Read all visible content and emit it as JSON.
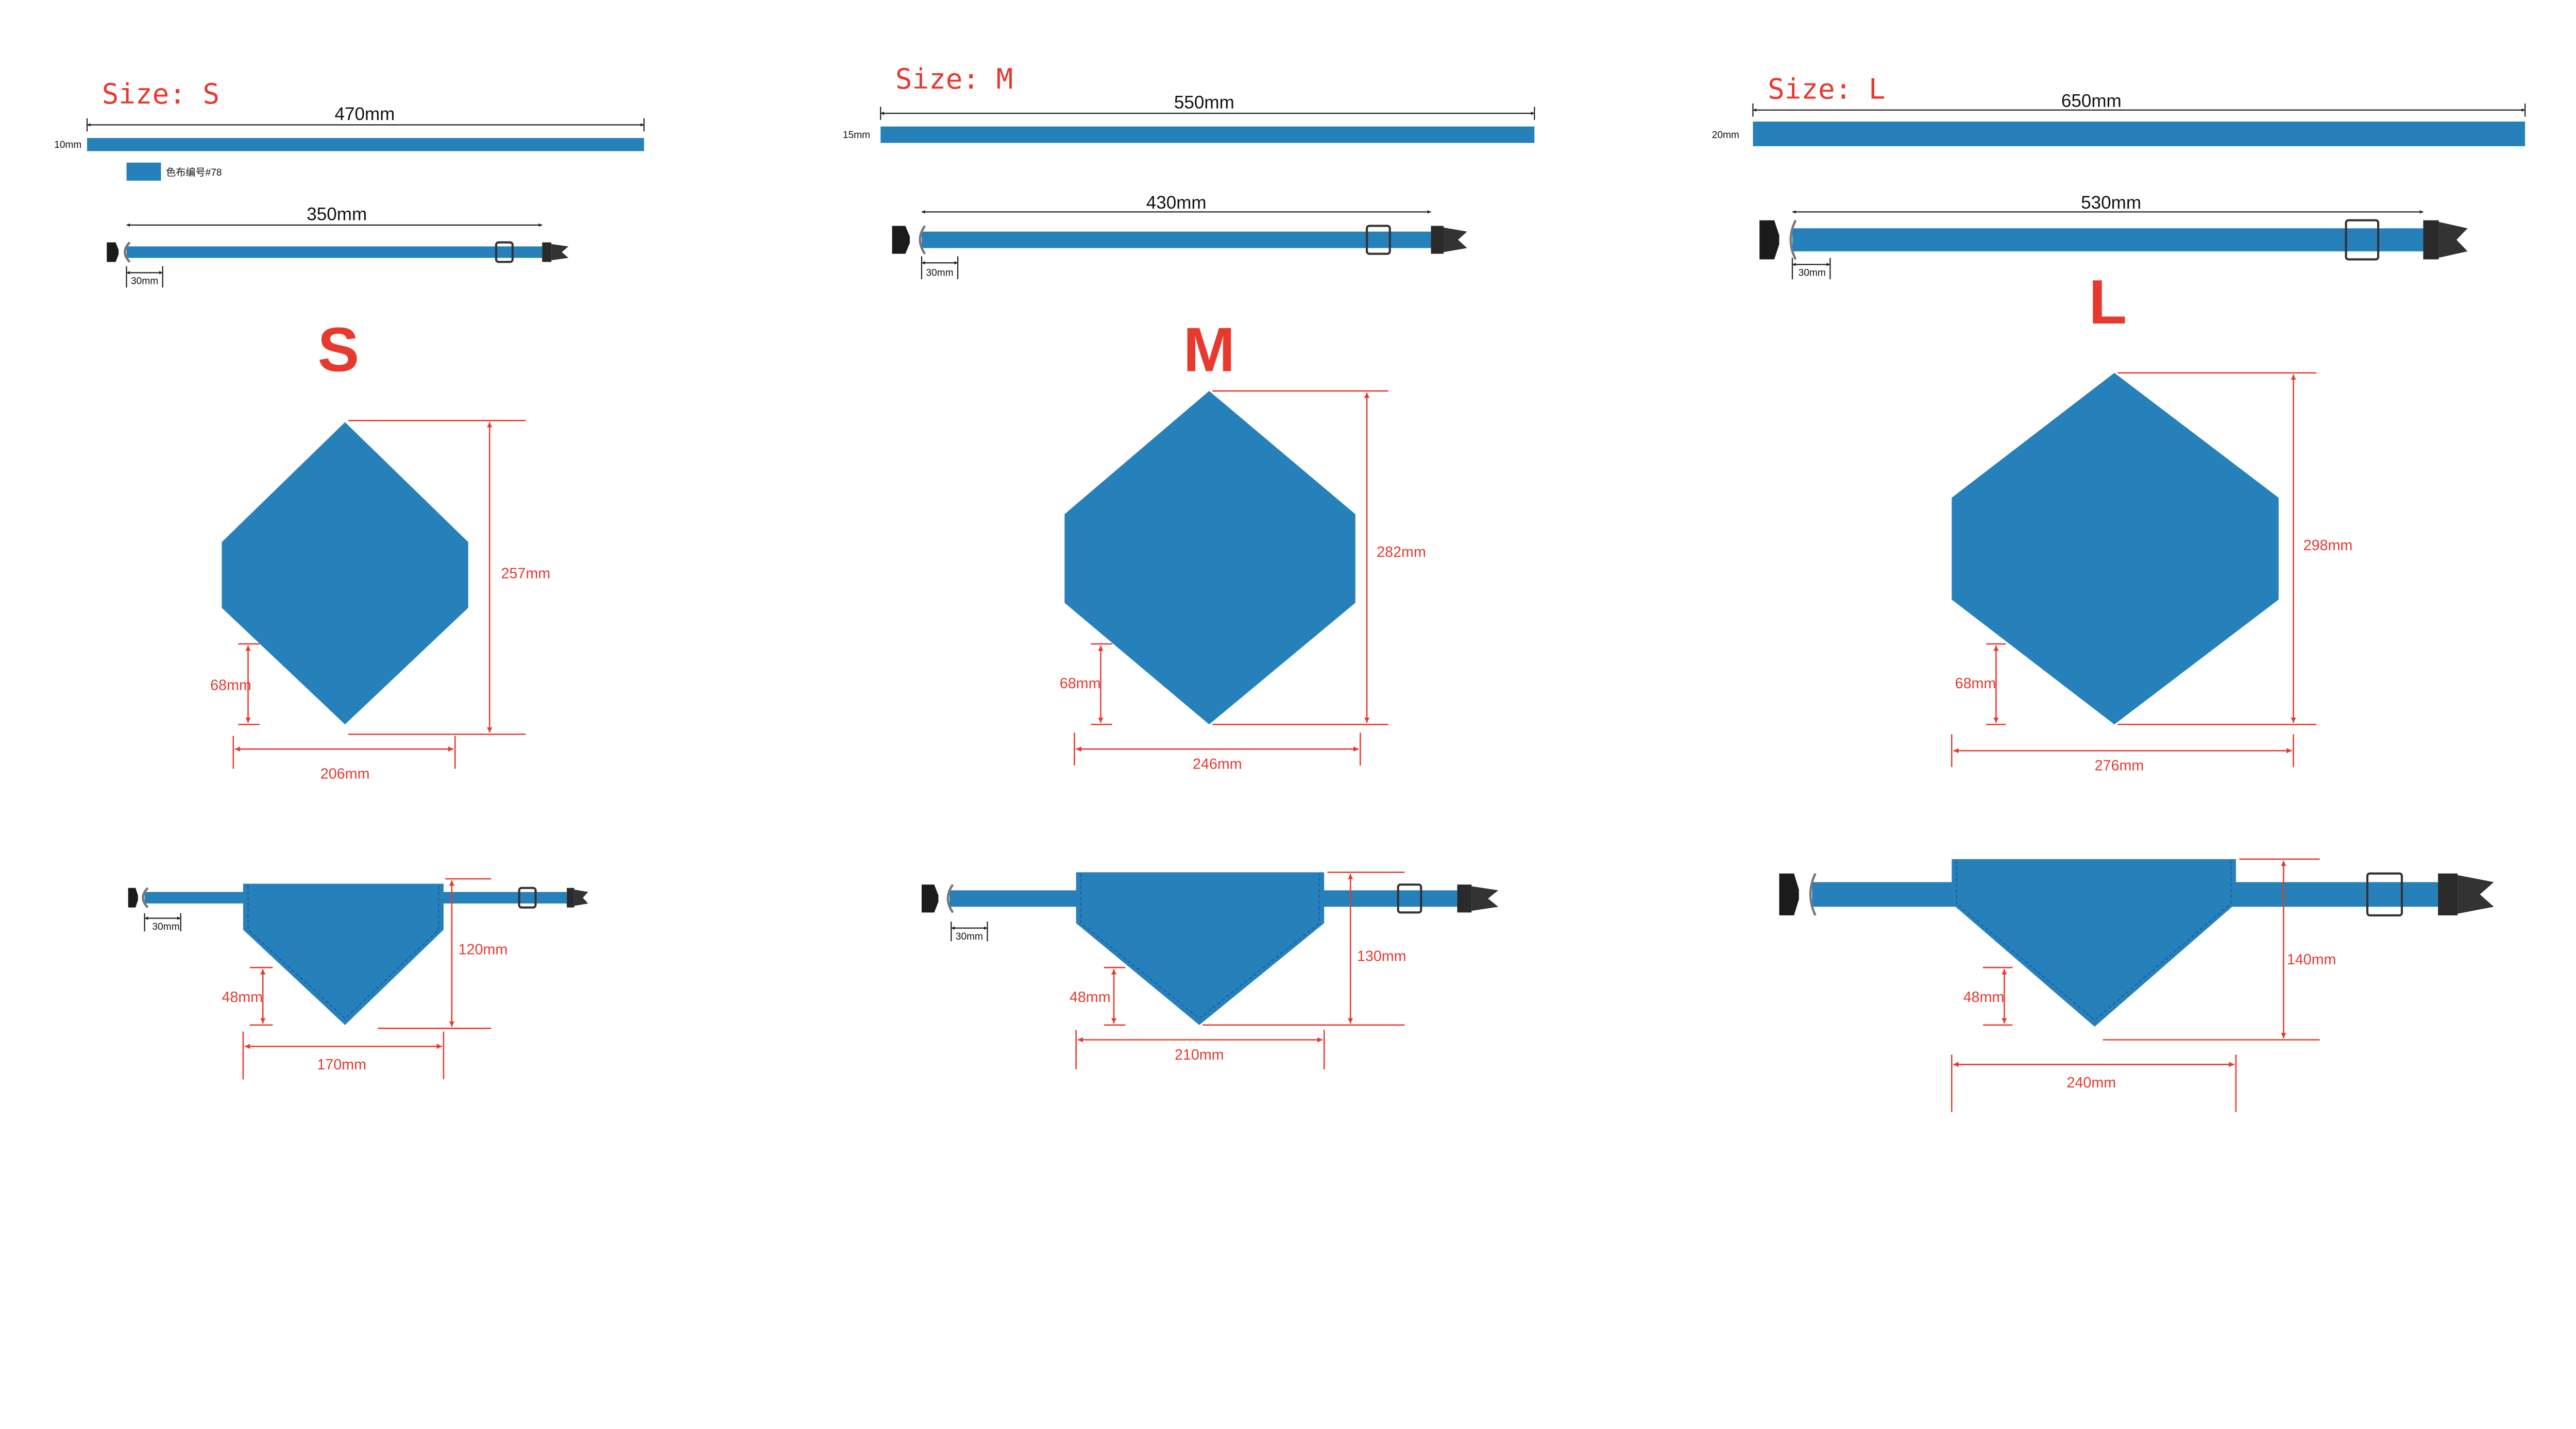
{
  "colors": {
    "fabric": "#2680BA",
    "dimension_red": "#E8392E",
    "dimension_black": "#111111"
  },
  "sizes": [
    {
      "title": "Size: S",
      "strap_length": "470mm",
      "strap_width": "10mm",
      "swatch_label": "色布编号#78",
      "collar_length": "350mm",
      "hardware_width": "30mm",
      "letter": "S",
      "bandana_height": "257mm",
      "point_height": "68mm",
      "bandana_width": "206mm",
      "worn_hardware_width": "30mm",
      "worn_height": "120mm",
      "worn_point_height": "48mm",
      "worn_width": "170mm"
    },
    {
      "title": "Size: M",
      "strap_length": "550mm",
      "strap_width": "15mm",
      "collar_length": "430mm",
      "hardware_width": "30mm",
      "letter": "M",
      "bandana_height": "282mm",
      "point_height": "68mm",
      "bandana_width": "246mm",
      "worn_hardware_width": "30mm",
      "worn_height": "130mm",
      "worn_point_height": "48mm",
      "worn_width": "210mm"
    },
    {
      "title": "Size: L",
      "strap_length": "650mm",
      "strap_width": "20mm",
      "collar_length": "530mm",
      "hardware_width": "30mm",
      "letter": "L",
      "bandana_height": "298mm",
      "point_height": "68mm",
      "bandana_width": "276mm",
      "worn_height": "140mm",
      "worn_point_height": "48mm",
      "worn_width": "240mm"
    }
  ]
}
